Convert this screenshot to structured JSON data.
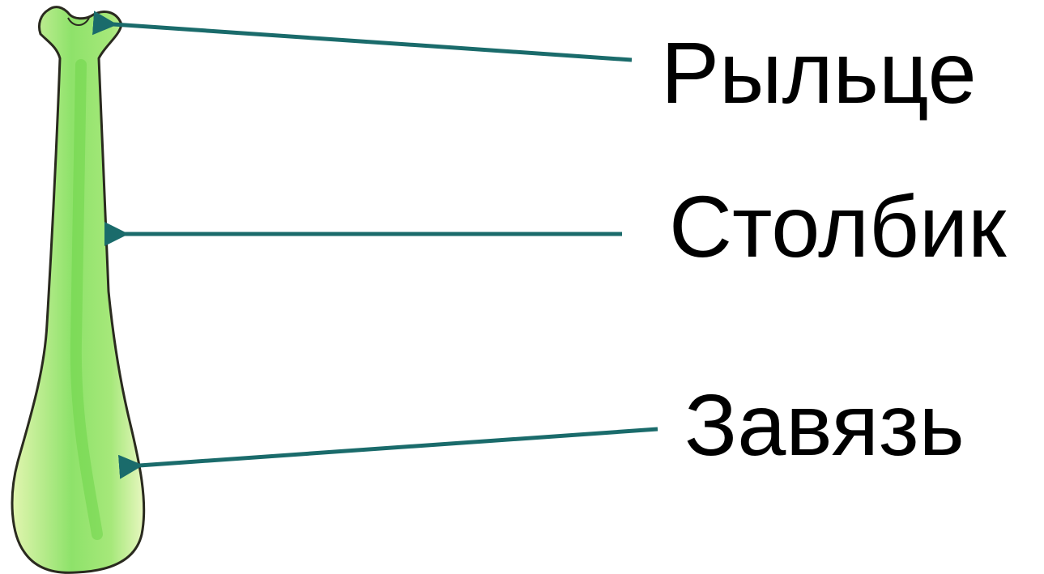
{
  "labels": {
    "stigma": "Рыльце",
    "style": "Столбик",
    "ovary": "Завязь"
  },
  "colors": {
    "arrow": "#1a6b6b",
    "pistil_fill": "#8ee26a",
    "pistil_light": "#e2f5b0",
    "pistil_outline": "#2a2a1f",
    "text": "#000000",
    "background": "#ffffff"
  }
}
